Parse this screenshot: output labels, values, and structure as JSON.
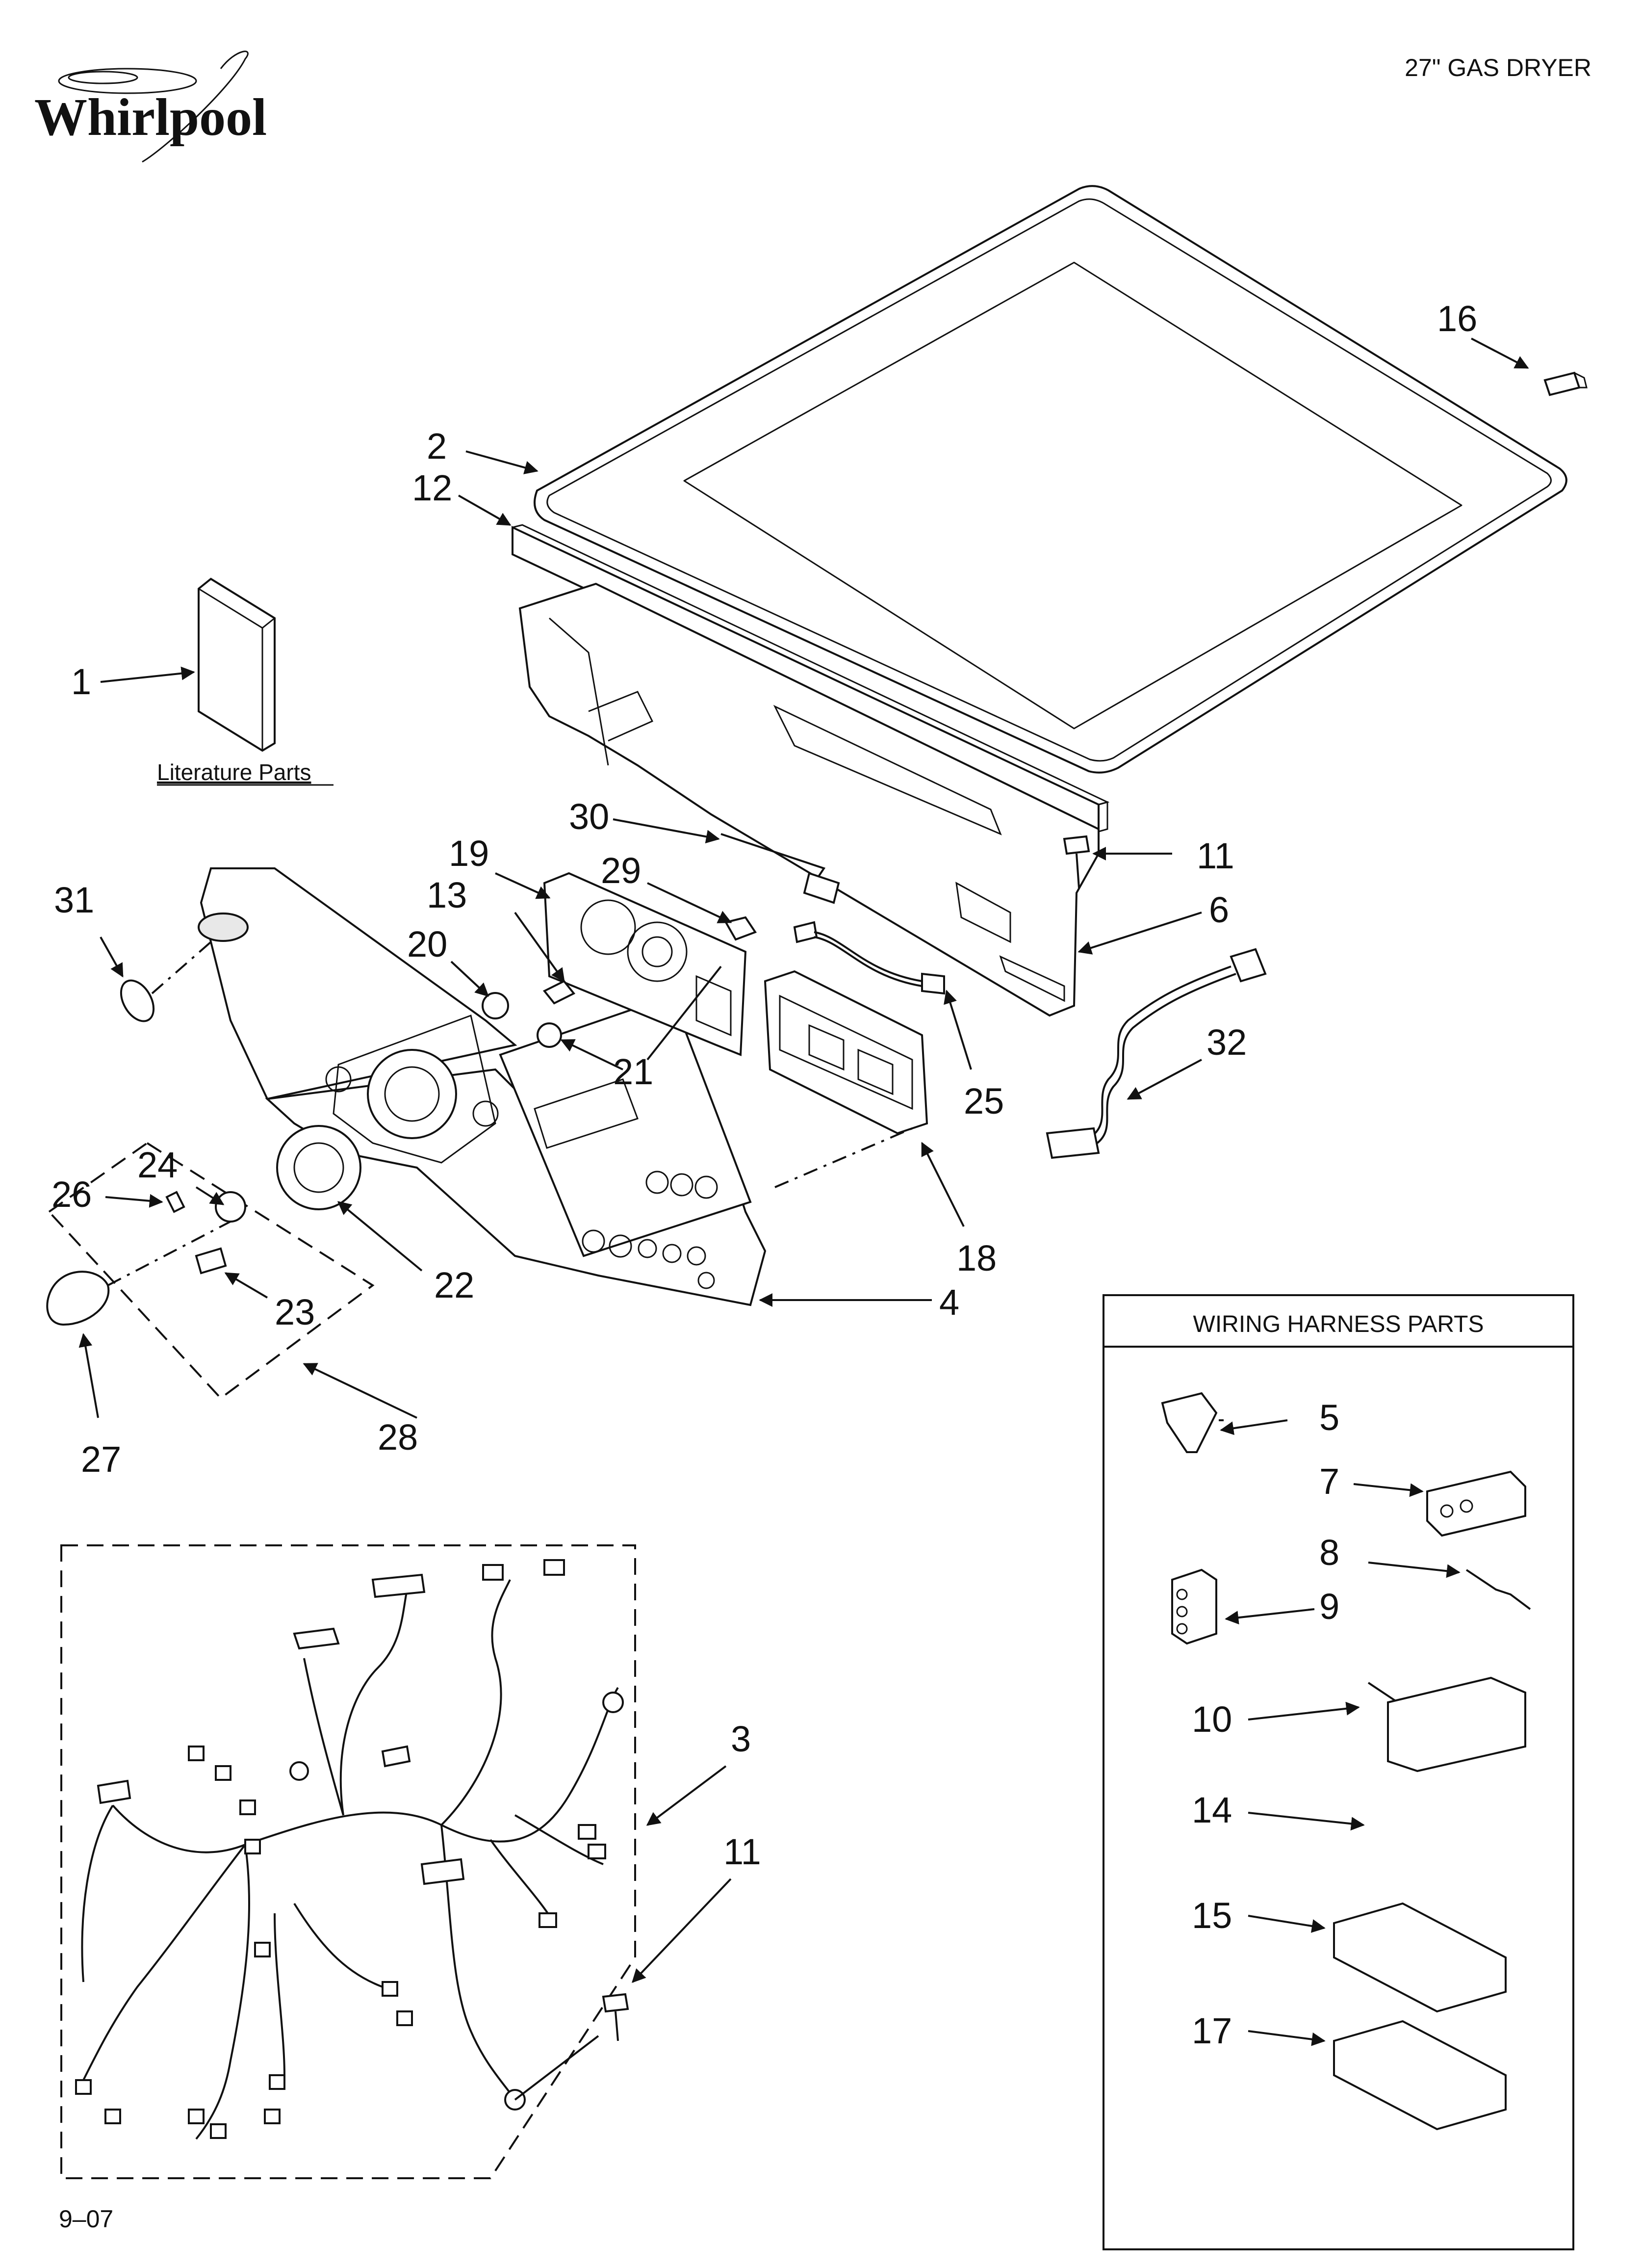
{
  "header": {
    "brand": "Whirlpool",
    "model_title": "27\" GAS DRYER"
  },
  "footer": {
    "date_code": "9–07"
  },
  "literature": {
    "label": "Literature Parts"
  },
  "wiring_box": {
    "title": "WIRING HARNESS PARTS"
  },
  "callouts": {
    "c1": "1",
    "c2": "2",
    "c3": "3",
    "c4": "4",
    "c5": "5",
    "c6": "6",
    "c7": "7",
    "c8": "8",
    "c9": "9",
    "c10": "10",
    "c11a": "11",
    "c11b": "11",
    "c12": "12",
    "c13": "13",
    "c14": "14",
    "c15": "15",
    "c16": "16",
    "c17": "17",
    "c18": "18",
    "c19": "19",
    "c20": "20",
    "c21": "21",
    "c22": "22",
    "c23": "23",
    "c24": "24",
    "c25": "25",
    "c26": "26",
    "c27": "27",
    "c28": "28",
    "c29": "29",
    "c30": "30",
    "c31": "31",
    "c32": "32"
  }
}
